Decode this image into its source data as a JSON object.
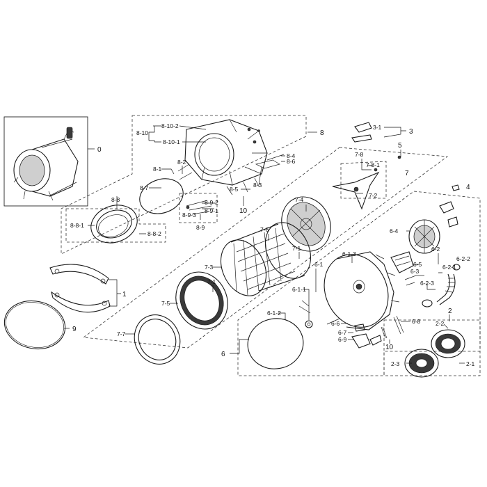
{
  "labels": {
    "l0": "0",
    "l1": "1",
    "l2": "2",
    "l2_1": "2-1",
    "l2_2": "2-2",
    "l2_3": "2-3",
    "l3": "3",
    "l3_1": "3-1",
    "l4": "4",
    "l5": "5",
    "l6": "6",
    "l6_1": "6-1",
    "l6_1_1": "6-1-1",
    "l6_1_2": "6-1-2",
    "l6_1_3": "6-1-3",
    "l6_2": "6-2",
    "l6_2_1": "6-2-1",
    "l6_2_2": "6-2-2",
    "l6_2_3": "6-2-3",
    "l6_3": "6-3",
    "l6_4": "6-4",
    "l6_5": "6-5",
    "l6_6": "6-6",
    "l6_7": "6-7",
    "l6_8": "6-8",
    "l6_9": "6-9",
    "l7": "7",
    "l7_1a": "7-1",
    "l7_1b": "7-1",
    "l7_2": "7-2",
    "l7_3": "7-3",
    "l7_4": "7-4",
    "l7_5": "7-5",
    "l7_6": "7-6",
    "l7_7": "7-7",
    "l7_8": "7-8",
    "l7_8_1": "7-8-1",
    "l8": "8",
    "l8_1": "8-1",
    "l8_2": "8-2",
    "l8_3": "8-3",
    "l8_4": "8-4",
    "l8_5": "8-5",
    "l8_6": "8-6",
    "l8_7": "8-7",
    "l8_8": "8-8",
    "l8_8_1": "8-8-1",
    "l8_8_2": "8-8-2",
    "l8_9": "8-9",
    "l8_9_1": "8-9-1",
    "l8_9_2": "8-9-2",
    "l8_9_3": "8-9-3",
    "l8_10": "8-10",
    "l8_10_1": "8-10-1",
    "l8_10_2": "8-10-2",
    "l9": "9",
    "l10a": "10",
    "l10b": "10"
  }
}
